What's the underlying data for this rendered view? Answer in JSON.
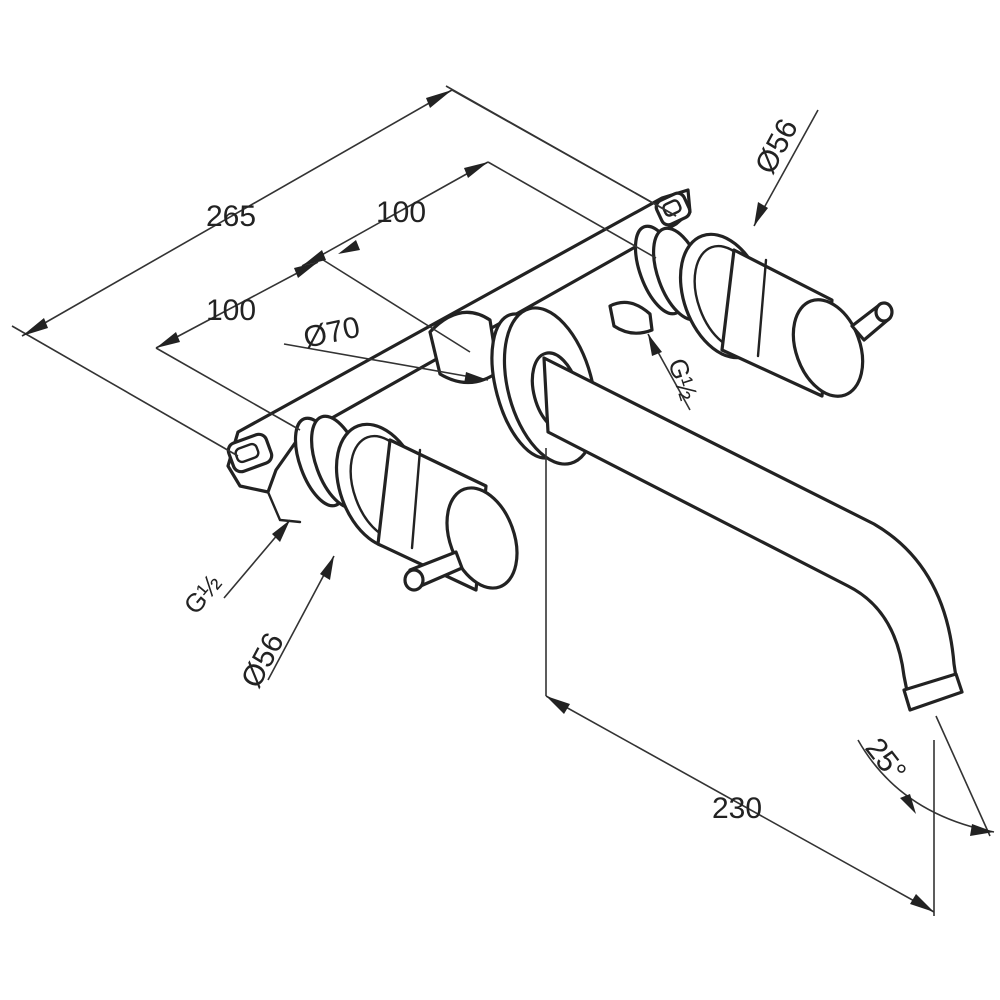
{
  "drawing": {
    "dimensions": {
      "overall_width": "265",
      "upper_spacing": "100",
      "lower_spacing": "100",
      "spout_rosette_diameter": "Ø70",
      "upper_handle_diameter": "Ø56",
      "lower_handle_diameter": "Ø56",
      "upper_connection_thread": "G½",
      "lower_connection_thread": "G½",
      "spout_projection": "230",
      "spout_angle": "25°"
    },
    "colors": {
      "line": "#222222",
      "background": "#ffffff"
    }
  }
}
